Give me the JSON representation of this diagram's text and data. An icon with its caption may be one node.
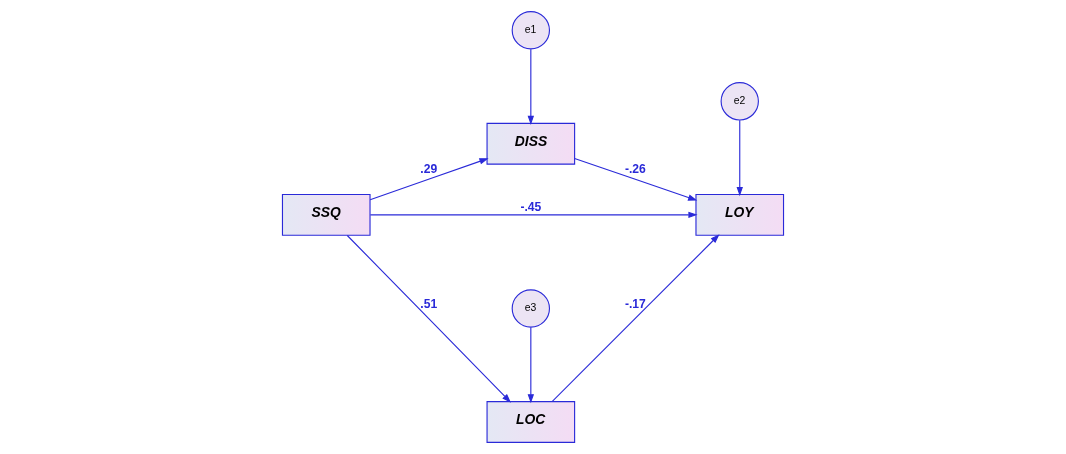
{
  "diagram": {
    "nodes": [
      {
        "text": [
          "e1"
        ]
      },
      {
        "text": [
          "DISS"
        ]
      },
      {
        "text": [
          "e2"
        ]
      },
      {
        "text": [
          "SSQ"
        ]
      },
      {
        "text": [
          "LOY"
        ]
      },
      {
        "text": [
          "e3"
        ]
      },
      {
        "text": [
          "LOC"
        ]
      }
    ],
    "edges": [
      {
        "from": 0,
        "to": 1,
        "arrow": "to"
      },
      {
        "from": 3,
        "to": 1,
        "arrow": "to",
        "label": ".29"
      },
      {
        "from": 1,
        "to": 4,
        "arrow": "to",
        "label": "-.26"
      },
      {
        "from": 2,
        "to": 4,
        "arrow": "to"
      },
      {
        "from": 3,
        "to": 4,
        "arrow": "to",
        "label": "-.45"
      },
      {
        "from": 3,
        "to": 6,
        "arrow": "to",
        "label": ".51"
      },
      {
        "from": 5,
        "to": 6,
        "arrow": "to"
      },
      {
        "from": 6,
        "to": 4,
        "arrow": "to",
        "label": "-.17"
      }
    ]
  }
}
